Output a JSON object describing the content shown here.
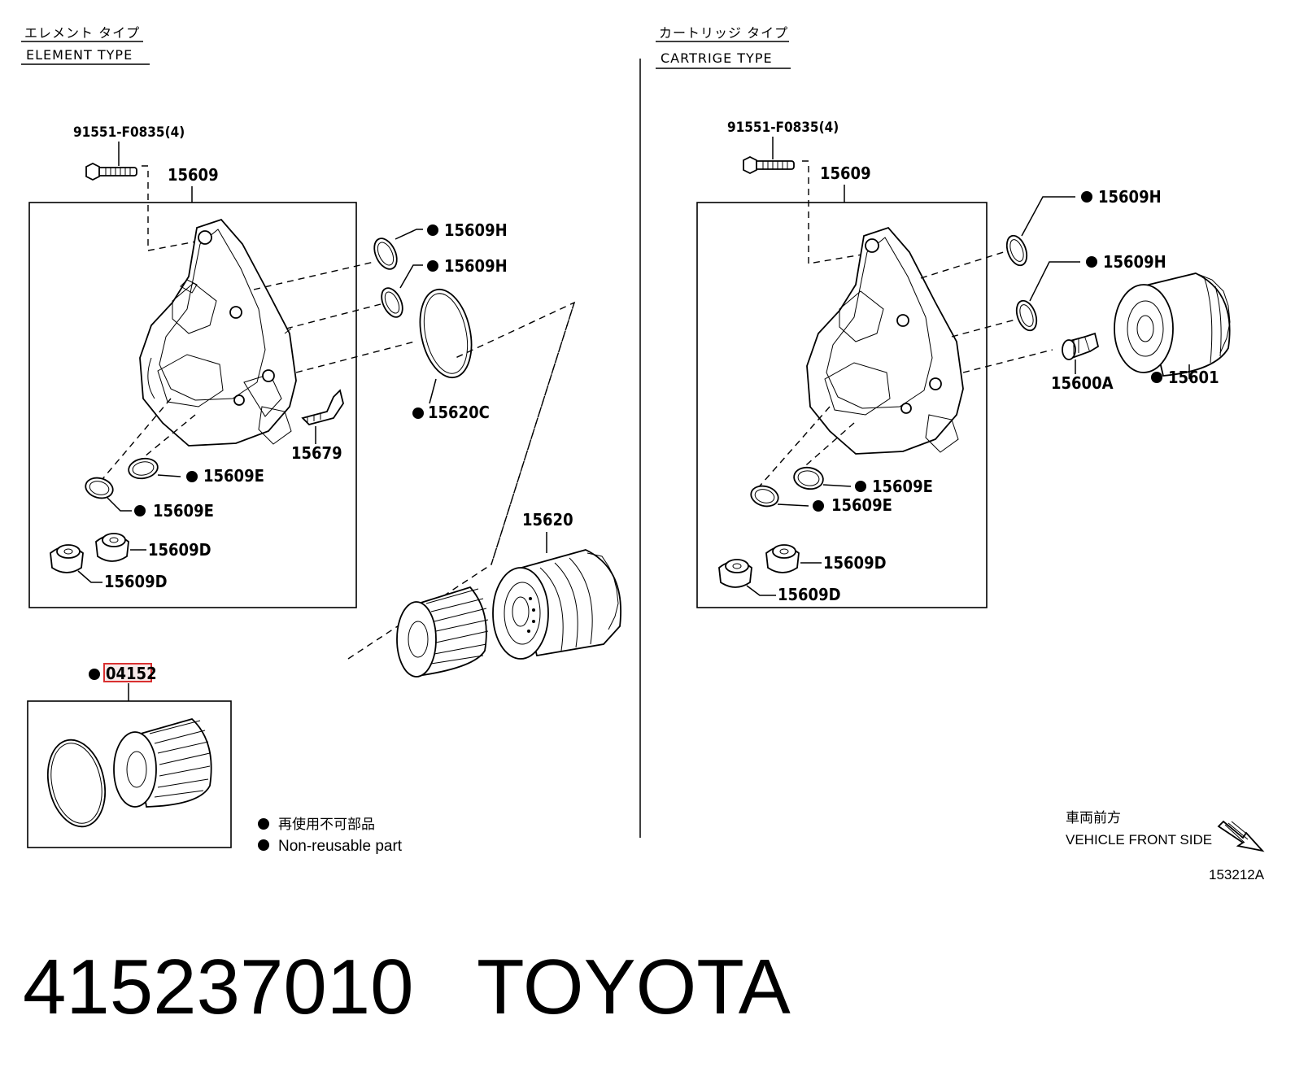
{
  "left_section": {
    "title_jp": "エレメント タイプ",
    "title_en": "ELEMENT TYPE",
    "labels": {
      "bolt": "91551-F0835(4)",
      "housing": "15609",
      "h_upper": "15609H",
      "h_lower": "15609H",
      "c": "15620C",
      "valve": "15679",
      "e_upper": "15609E",
      "e_lower": "15609E",
      "d_upper": "15609D",
      "d_lower": "15609D",
      "cap": "15620",
      "kit": "04152"
    }
  },
  "right_section": {
    "title_jp": "カートリッジ タイプ",
    "title_en": "CARTRIGE TYPE",
    "labels": {
      "bolt": "91551-F0835(4)",
      "housing": "15609",
      "h_upper": "15609H",
      "h_lower": "15609H",
      "union": "15600A",
      "filter": "15601",
      "e_upper": "15609E",
      "e_lower": "15609E",
      "d_upper": "15609D",
      "d_lower": "15609D"
    }
  },
  "legend": {
    "jp": "再使用不可部品",
    "en": "Non-reusable part"
  },
  "direction": {
    "jp": "車両前方",
    "en": "VEHICLE FRONT SIDE"
  },
  "figure_id": "153212A",
  "footer": {
    "part_number": "415237010",
    "brand": "TOYOTA"
  },
  "highlight_color": "#d93030"
}
